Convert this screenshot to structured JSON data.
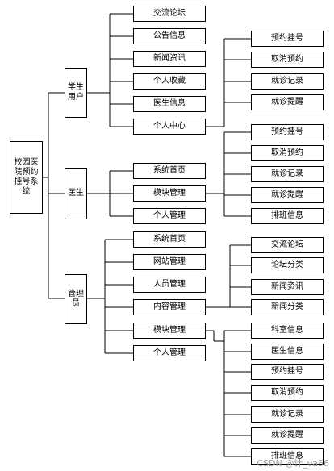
{
  "root": "校园医院预约挂号系统",
  "students": {
    "label": "学生用户",
    "items": [
      "交流论坛",
      "公告信息",
      "新闻资讯",
      "个人收藏",
      "医生信息",
      "个人中心"
    ],
    "center_items": [
      "预约挂号",
      "取消预约",
      "就诊记录",
      "就诊提醒"
    ]
  },
  "doctor": {
    "label": "医生",
    "items": [
      "系统首页",
      "模块管理",
      "个人管理"
    ],
    "module_items": [
      "预约挂号",
      "取消预约",
      "就诊记录",
      "就诊提醒",
      "排班信息"
    ]
  },
  "admin": {
    "label": "管理员",
    "items": [
      "系统首页",
      "网站管理",
      "人员管理",
      "内容管理",
      "模块管理",
      "个人管理"
    ],
    "content_items": [
      "交流论坛",
      "论坛分类",
      "新闻资讯",
      "新闻分类"
    ],
    "module_items": [
      "科室信息",
      "医生信息",
      "预约挂号",
      "取消预约",
      "就诊记录",
      "就诊提醒",
      "排班信息"
    ]
  },
  "watermark": "CSDN @计_va66"
}
